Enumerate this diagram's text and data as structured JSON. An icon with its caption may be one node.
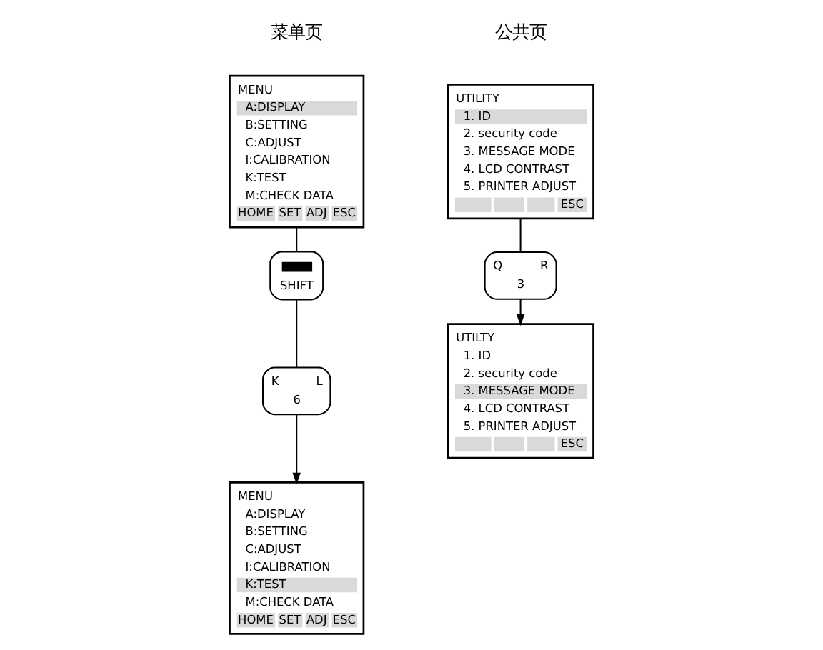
{
  "diagram": {
    "nodes": [
      {
        "text": [
          "MENU",
          "A:DISPLAY",
          "B:SETTING",
          "C:ADJUST",
          "I:CALIBRATION",
          "K:TEST",
          "M:CHECK DATA",
          "HOME",
          "SET",
          "ADJ",
          "ESC"
        ]
      },
      {
        "text": [
          "SHIFT"
        ]
      },
      {
        "text": [
          "K",
          "L",
          "6"
        ]
      },
      {
        "text": [
          "MENU",
          "A:DISPLAY",
          "B:SETTING",
          "C:ADJUST",
          "I:CALIBRATION",
          "K:TEST",
          "M:CHECK DATA",
          "HOME",
          "SET",
          "ADJ",
          "ESC"
        ]
      },
      {
        "text": [
          "UTILITY",
          "1. ID",
          "2. security code",
          "3. MESSAGE MODE",
          "4. LCD CONTRAST",
          "5. PRINTER ADJUST",
          "ESC"
        ]
      },
      {
        "text": [
          "Q",
          "R",
          "3"
        ]
      },
      {
        "text": [
          "UTILTY",
          "1. ID",
          "2. security code",
          "3. MESSAGE MODE",
          "4. LCD CONTRAST",
          "5. PRINTER ADJUST",
          "ESC"
        ]
      }
    ],
    "edges": [
      {
        "from": 0,
        "to": 1,
        "arrow": "none"
      },
      {
        "from": 1,
        "to": 2,
        "arrow": "none"
      },
      {
        "from": 2,
        "to": 3,
        "arrow": "to"
      },
      {
        "from": 4,
        "to": 5,
        "arrow": "none"
      },
      {
        "from": 5,
        "to": 6,
        "arrow": "to"
      }
    ],
    "labels": [
      "菜单页",
      "公共页"
    ]
  }
}
